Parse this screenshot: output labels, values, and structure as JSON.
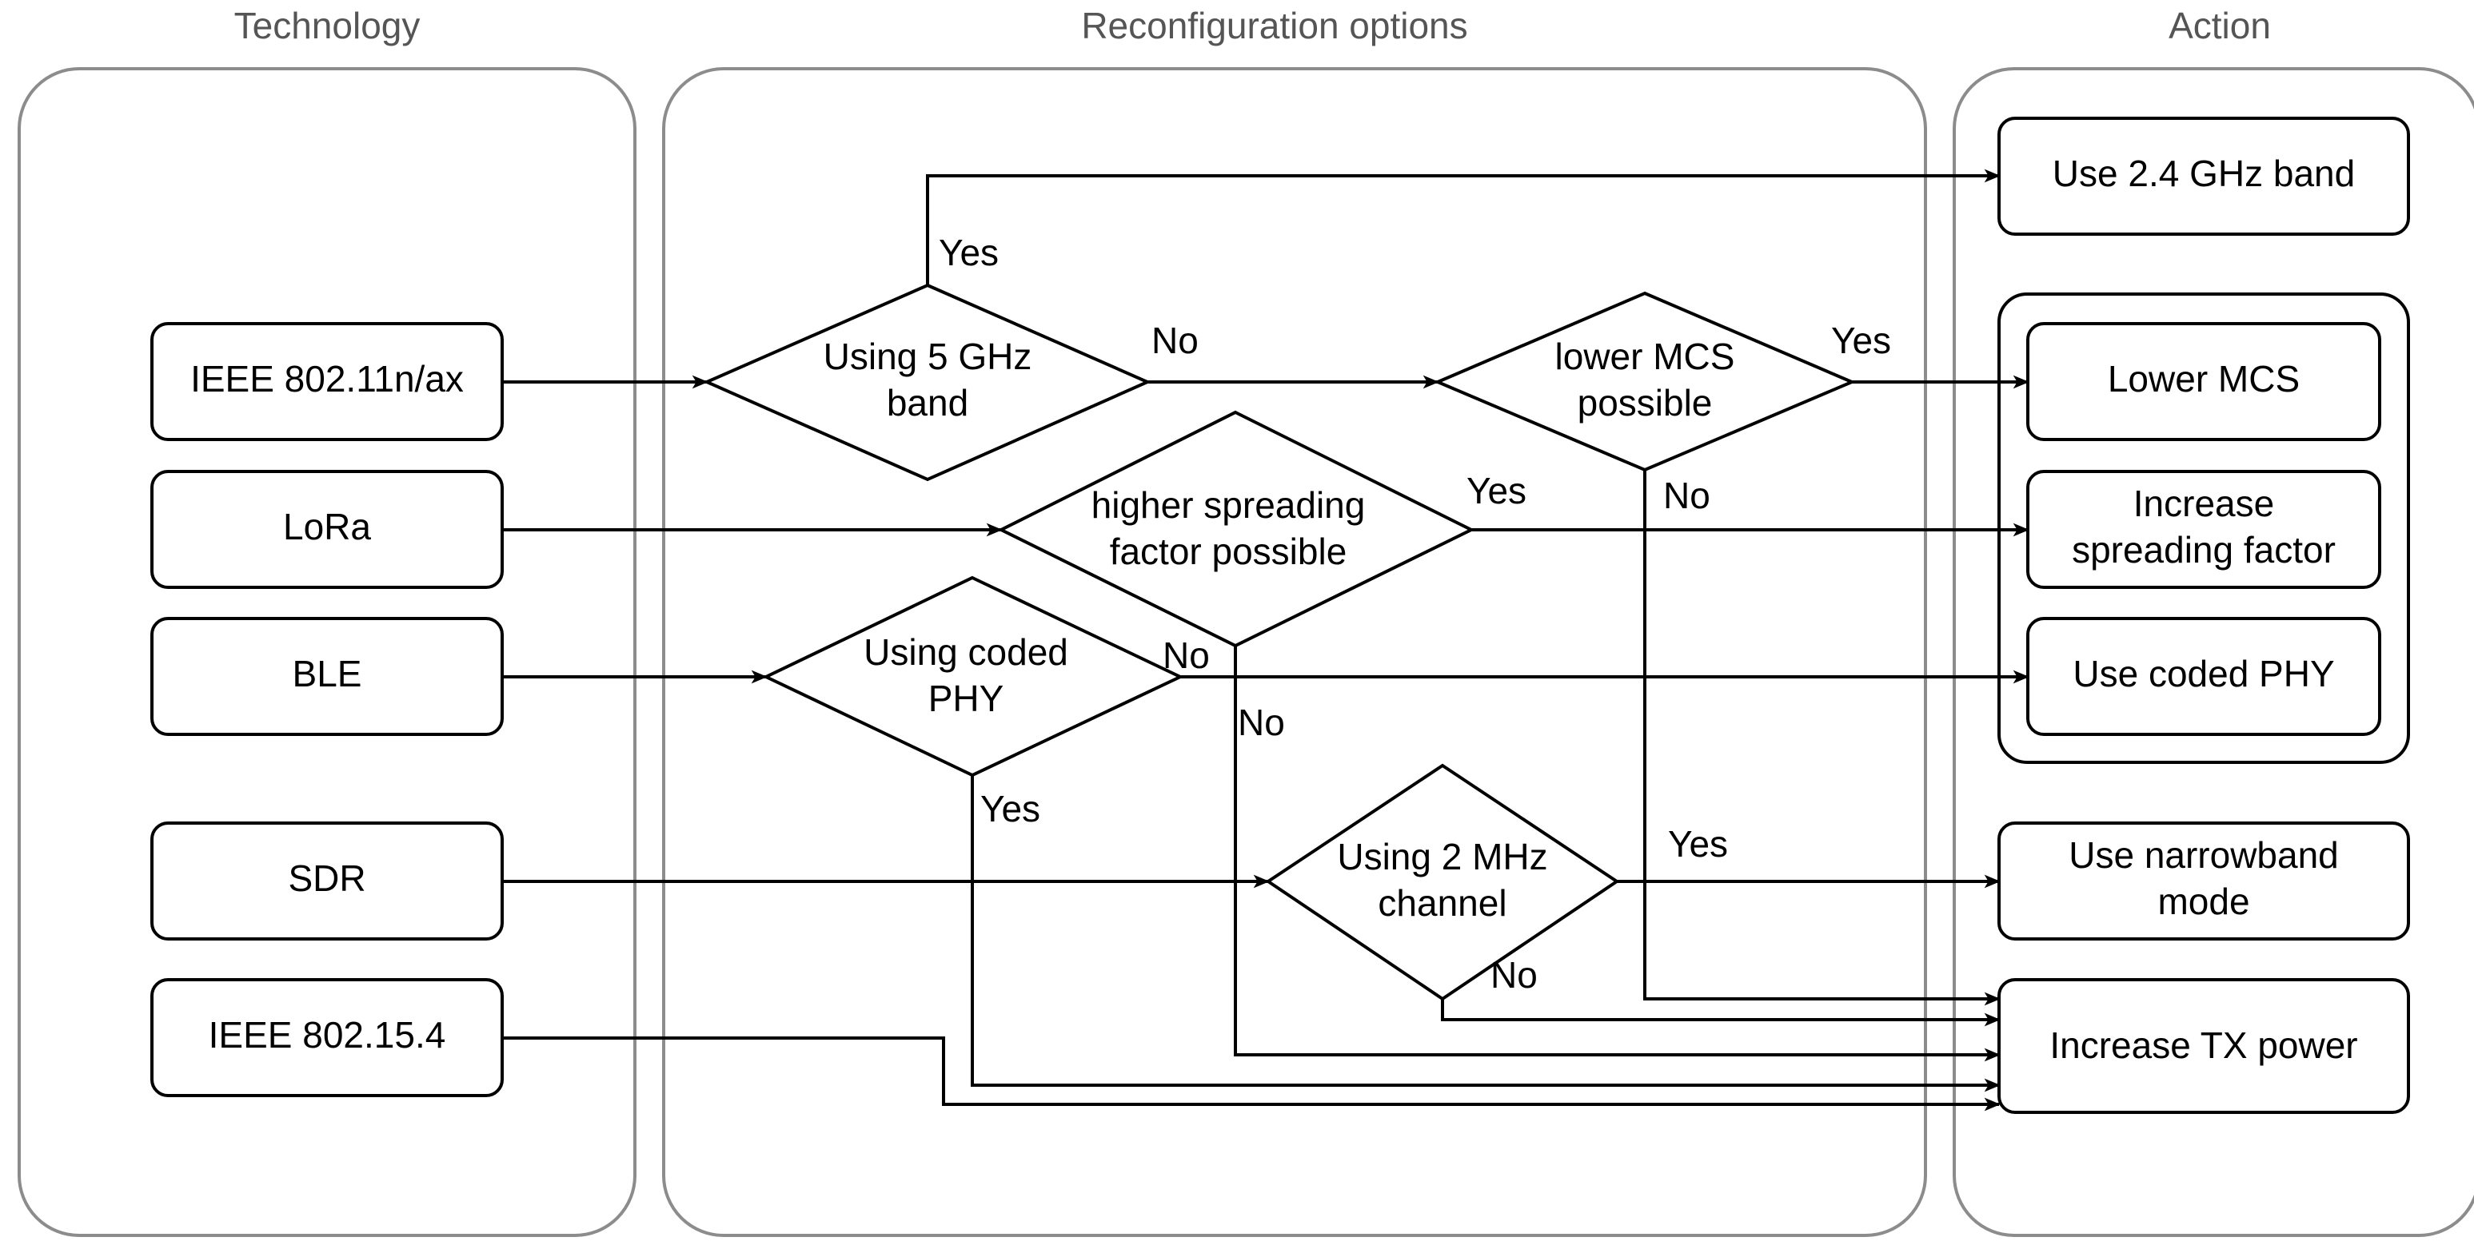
{
  "lanes": {
    "technology": "Technology",
    "reconfiguration": "Reconfiguration options",
    "action": "Action"
  },
  "technologies": {
    "ieee80211": "IEEE 802.11n/ax",
    "lora": "LoRa",
    "ble": "BLE",
    "sdr": "SDR",
    "ieee802154": "IEEE 802.15.4"
  },
  "decisions": {
    "band5ghz": [
      "Using 5 GHz",
      "band"
    ],
    "lower_mcs": [
      "lower MCS",
      "possible"
    ],
    "spreading": [
      "higher spreading",
      "factor possible"
    ],
    "coded_phy": [
      "Using coded",
      "PHY"
    ],
    "mhz2": [
      "Using 2 MHz",
      "channel"
    ]
  },
  "actions": {
    "use_24ghz": "Use 2.4 GHz band",
    "lower_mcs": "Lower MCS",
    "increase_sf": [
      "Increase",
      "spreading factor"
    ],
    "use_coded_phy": "Use coded PHY",
    "narrowband": [
      "Use narrowband",
      "mode"
    ],
    "tx_power": "Increase TX power"
  },
  "edge_labels": {
    "yes": "Yes",
    "no": "No"
  },
  "colors": {
    "line": "#000000",
    "lane_border": "#8c8c8c",
    "lane_title": "#555555"
  }
}
